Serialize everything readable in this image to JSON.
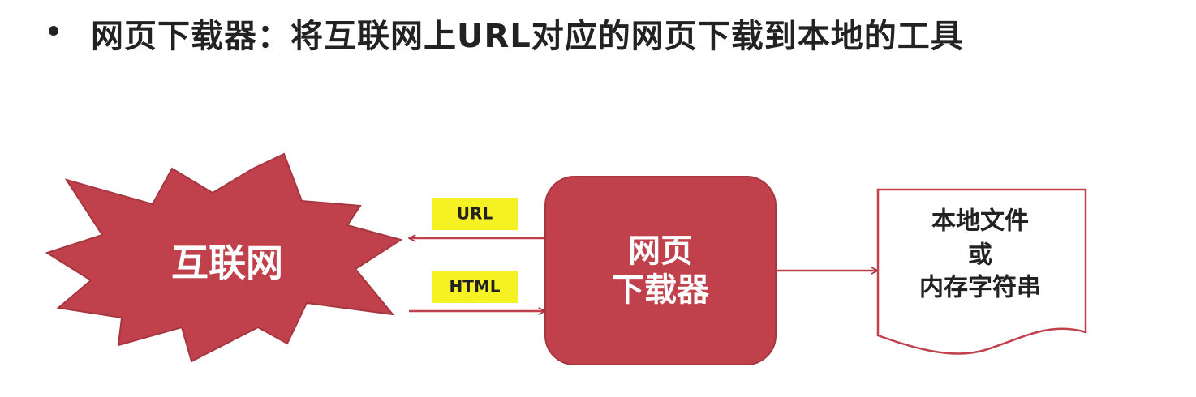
{
  "heading": {
    "text": "网页下载器：将互联网上URL对应的网页下载到本地的工具"
  },
  "nodes": {
    "internet": {
      "label": "互联网"
    },
    "downloader": {
      "label_line1": "网页",
      "label_line2": "下载器"
    },
    "local_store": {
      "line1": "本地文件",
      "line2": "或",
      "line3": "内存字符串"
    }
  },
  "edges": {
    "url": {
      "label": "URL"
    },
    "html": {
      "label": "HTML"
    }
  },
  "colors": {
    "accent": "#c0414b",
    "accent_dark": "#a63640",
    "label_bg": "#f6f123",
    "text": "#222222"
  }
}
